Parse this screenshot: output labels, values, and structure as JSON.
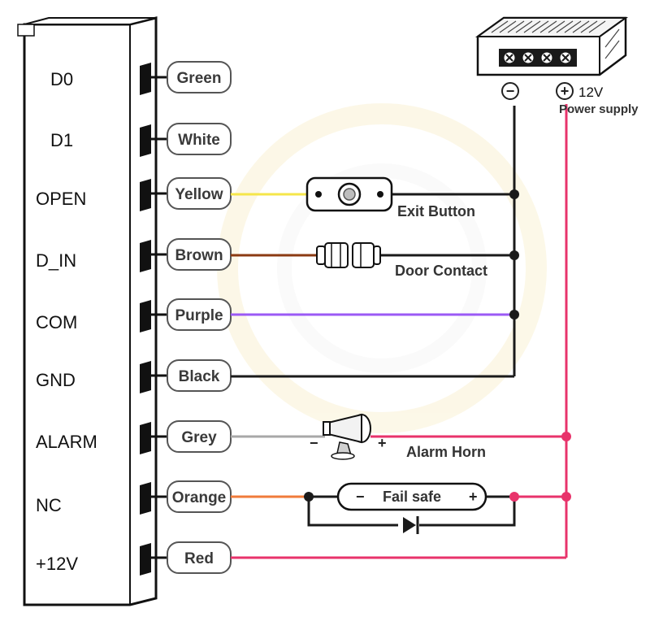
{
  "terminals": [
    "D0",
    "D1",
    "OPEN",
    "D_IN",
    "COM",
    "GND",
    "ALARM",
    "NC",
    "+12V"
  ],
  "wires": [
    {
      "label": "Green",
      "color": "#3c3c3c"
    },
    {
      "label": "White",
      "color": "#3c3c3c"
    },
    {
      "label": "Yellow",
      "color": "#f5e64a"
    },
    {
      "label": "Brown",
      "color": "#8b3a12"
    },
    {
      "label": "Purple",
      "color": "#9b59f5"
    },
    {
      "label": "Black",
      "color": "#1a1a1a"
    },
    {
      "label": "Grey",
      "color": "#a8a8a8"
    },
    {
      "label": "Orange",
      "color": "#f07b3a"
    },
    {
      "label": "Red",
      "color": "#e8336b"
    }
  ],
  "power_supply": {
    "minus_symbol": "−",
    "plus_symbol": "+",
    "voltage": "12V",
    "label": "Power supply"
  },
  "components": {
    "exit_button": "Exit Button",
    "door_contact": "Door Contact",
    "alarm_horn": "Alarm Horn",
    "alarm_minus": "−",
    "alarm_plus": "+",
    "fail_safe": "Fail safe",
    "fail_safe_minus": "−",
    "fail_safe_plus": "+"
  },
  "colors": {
    "common_black": "#1a1a1a",
    "positive_red": "#e8336b"
  }
}
